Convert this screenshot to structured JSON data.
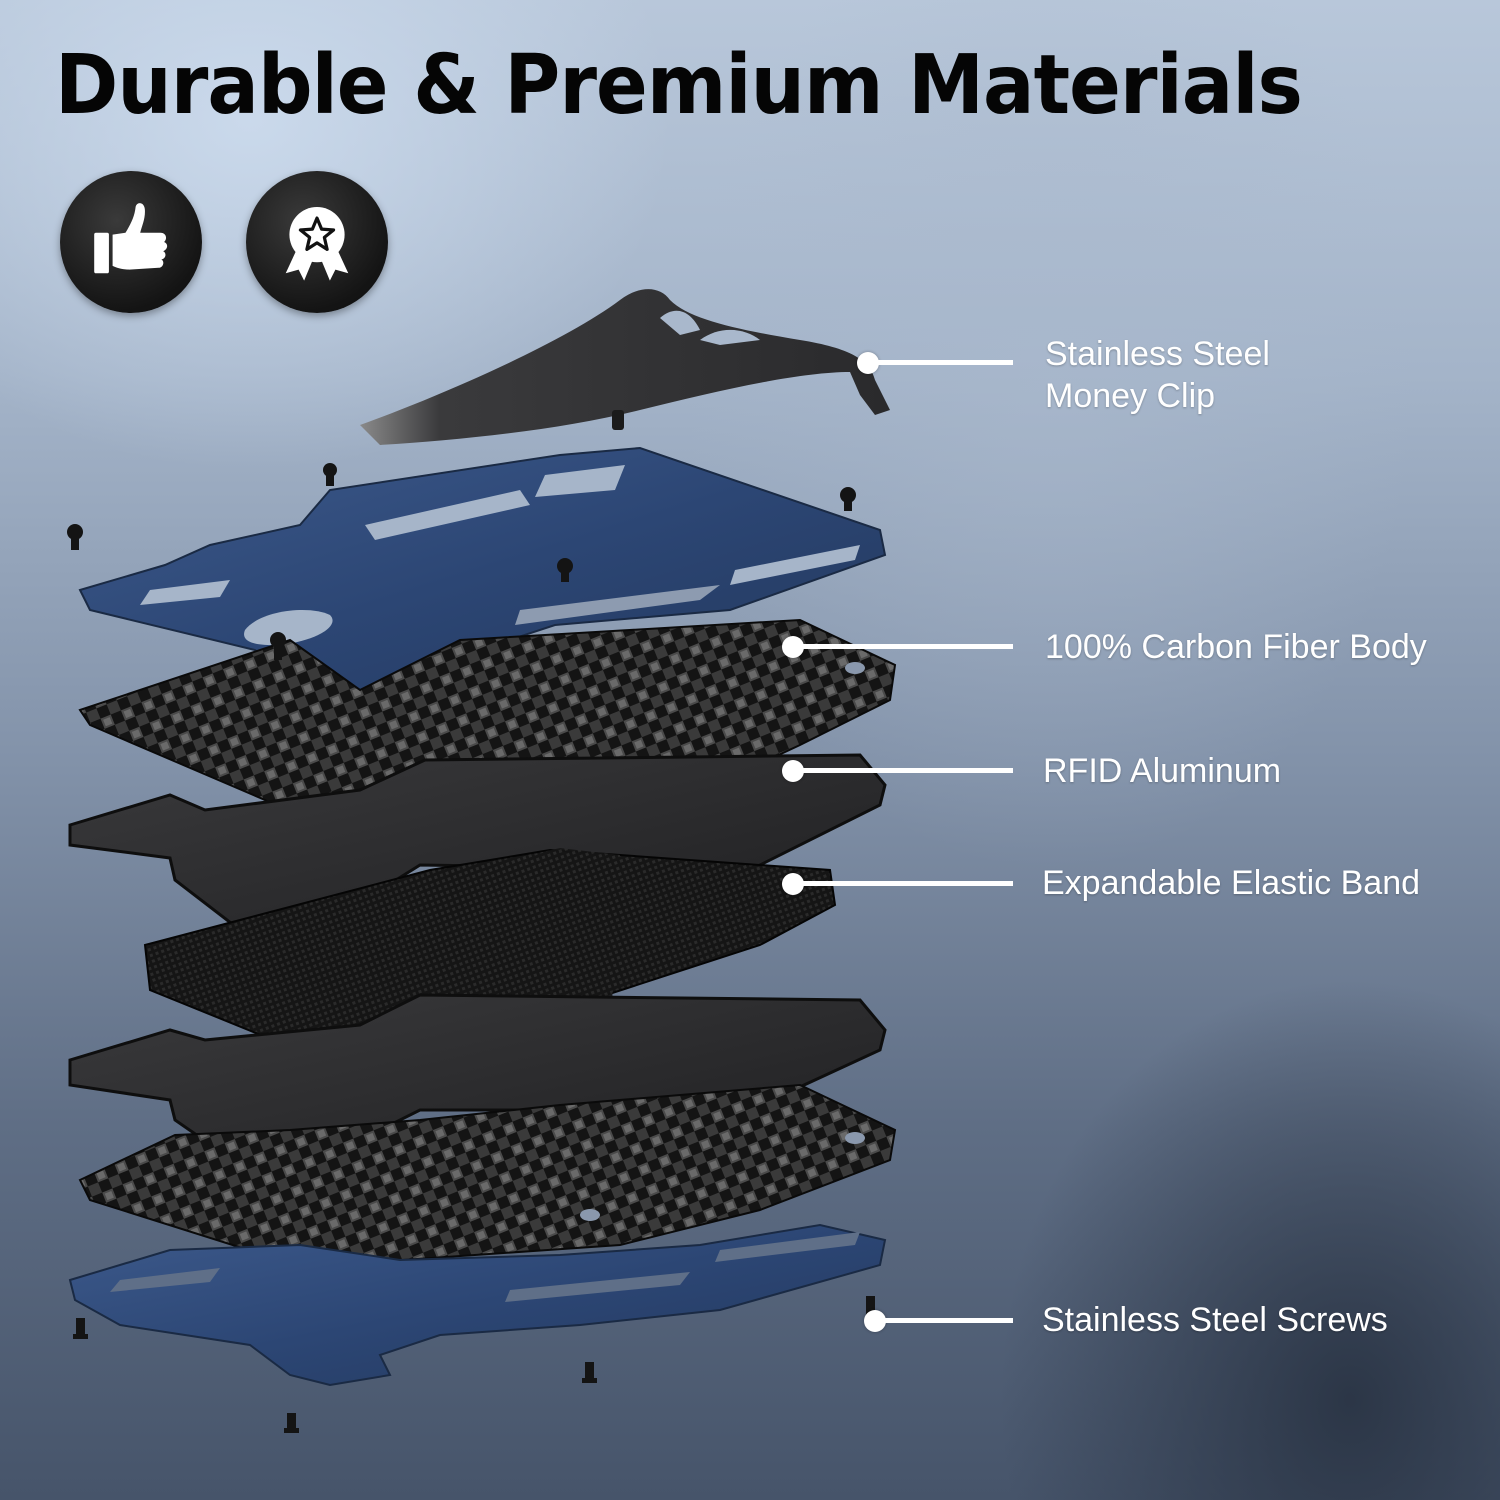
{
  "header": {
    "title": "Durable & Premium Materials"
  },
  "badges": [
    {
      "icon": "thumbs-up-icon",
      "meaning": "quality approval"
    },
    {
      "icon": "award-ribbon-star-icon",
      "meaning": "premium award"
    }
  ],
  "diagram": {
    "subject": "Exploded view of carbon fiber card wallet",
    "layers_top_to_bottom": [
      "Money clip",
      "Blue metal frame plate",
      "Carbon fiber plate",
      "RFID aluminum plate",
      "Elastic band",
      "RFID aluminum plate",
      "Carbon fiber plate",
      "Blue metal frame plate",
      "Screws"
    ],
    "colors": {
      "frame_plate": "#2e4a78",
      "carbon_fiber": "#1a1a1a",
      "aluminum": "#2b2b2b",
      "elastic": "#161616",
      "clip": "#3a3a3c",
      "callout": "#ffffff"
    }
  },
  "callouts": [
    {
      "id": "money-clip",
      "line1": "Stainless Steel",
      "line2": "Money Clip"
    },
    {
      "id": "carbon-fiber",
      "line1": "100% Carbon Fiber Body"
    },
    {
      "id": "rfid",
      "line1": "RFID Aluminum"
    },
    {
      "id": "elastic",
      "line1": "Expandable Elastic Band"
    },
    {
      "id": "screws",
      "line1": "Stainless Steel Screws"
    }
  ]
}
